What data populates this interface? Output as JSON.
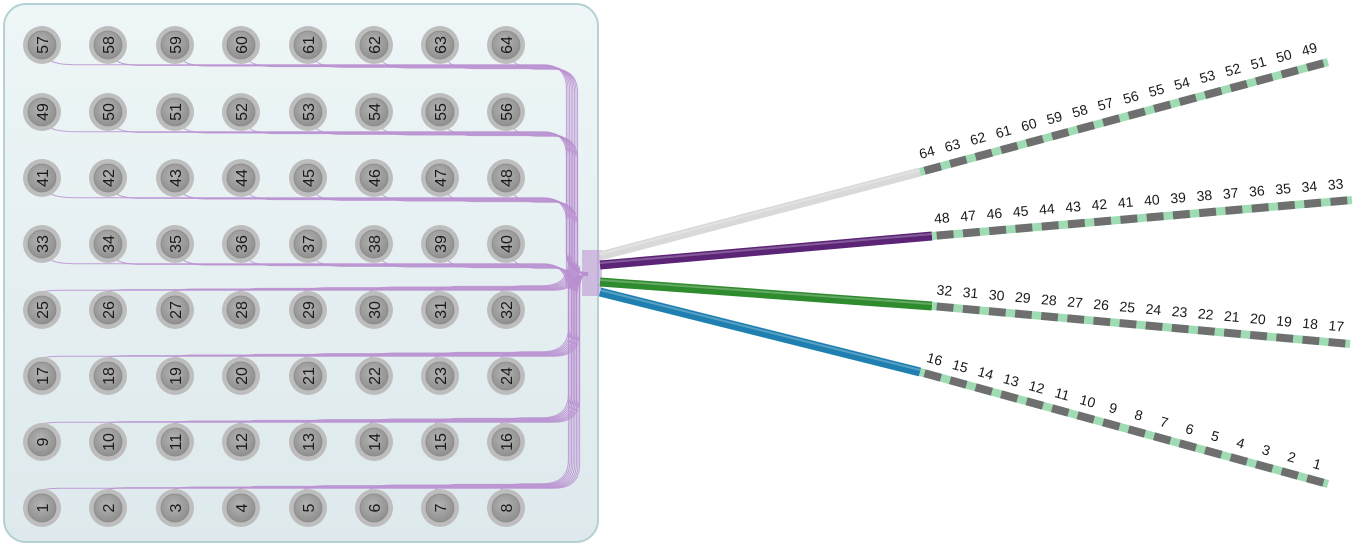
{
  "grid": {
    "rows": [
      [
        "57",
        "58",
        "59",
        "60",
        "61",
        "62",
        "63",
        "64"
      ],
      [
        "49",
        "50",
        "51",
        "52",
        "53",
        "54",
        "55",
        "56"
      ],
      [
        "41",
        "42",
        "43",
        "44",
        "45",
        "46",
        "47",
        "48"
      ],
      [
        "33",
        "34",
        "35",
        "36",
        "37",
        "38",
        "39",
        "40"
      ],
      [
        "25",
        "26",
        "27",
        "28",
        "29",
        "30",
        "31",
        "32"
      ],
      [
        "17",
        "18",
        "19",
        "20",
        "21",
        "22",
        "23",
        "24"
      ],
      [
        "9",
        "10",
        "11",
        "12",
        "13",
        "14",
        "15",
        "16"
      ],
      [
        "1",
        "2",
        "3",
        "4",
        "5",
        "6",
        "7",
        "8"
      ]
    ]
  },
  "leads": [
    {
      "cable_color": "#d9d9d9",
      "labels": [
        "64",
        "63",
        "62",
        "61",
        "60",
        "59",
        "58",
        "57",
        "56",
        "55",
        "54",
        "53",
        "52",
        "51",
        "50",
        "49"
      ]
    },
    {
      "cable_color": "#5b2476",
      "labels": [
        "48",
        "47",
        "46",
        "45",
        "44",
        "43",
        "42",
        "41",
        "40",
        "39",
        "38",
        "37",
        "36",
        "35",
        "34",
        "33"
      ]
    },
    {
      "cable_color": "#2e8b2e",
      "labels": [
        "32",
        "31",
        "30",
        "29",
        "28",
        "27",
        "26",
        "25",
        "24",
        "23",
        "22",
        "21",
        "20",
        "19",
        "18",
        "17"
      ]
    },
    {
      "cable_color": "#1f7fb0",
      "labels": [
        "16",
        "15",
        "14",
        "13",
        "12",
        "11",
        "10",
        "9",
        "8",
        "7",
        "6",
        "5",
        "4",
        "3",
        "2",
        "1"
      ]
    }
  ],
  "colors": {
    "board_fill": "#e7f1f3",
    "board_stroke": "#b5d1d4",
    "electrode_outer": "#bdbdbd",
    "electrode_inner": "#9e9e9e",
    "trace": "#b98fd0",
    "contact": "#9fdcb4",
    "segment": "#6f6f6f"
  }
}
